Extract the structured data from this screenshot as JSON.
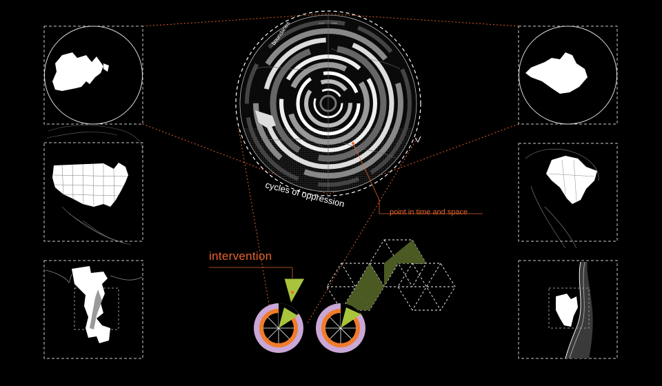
{
  "labels": {
    "boundaries": "boundaries",
    "cycles": "cycles of oppression",
    "point": "point in time and space",
    "intervention": "intervention",
    "year_a": "2021",
    "year_b": "1888"
  },
  "colors": {
    "background": "#000000",
    "accent_orange": "#e8632b",
    "light_orange": "#f07b2a",
    "lime": "#a7c43c",
    "olive": "#4b5a23",
    "lavender": "#c9a7d6",
    "white": "#ffffff"
  },
  "panels": [
    {
      "name": "globe-americas",
      "side": "left",
      "kind": "globe"
    },
    {
      "name": "map-north-america",
      "side": "left",
      "kind": "map"
    },
    {
      "name": "map-territory-detail",
      "side": "left",
      "kind": "map"
    },
    {
      "name": "globe-south-america",
      "side": "right",
      "kind": "globe"
    },
    {
      "name": "map-south-america-brazil",
      "side": "right",
      "kind": "map"
    },
    {
      "name": "map-coastal-detail",
      "side": "right",
      "kind": "map"
    }
  ]
}
